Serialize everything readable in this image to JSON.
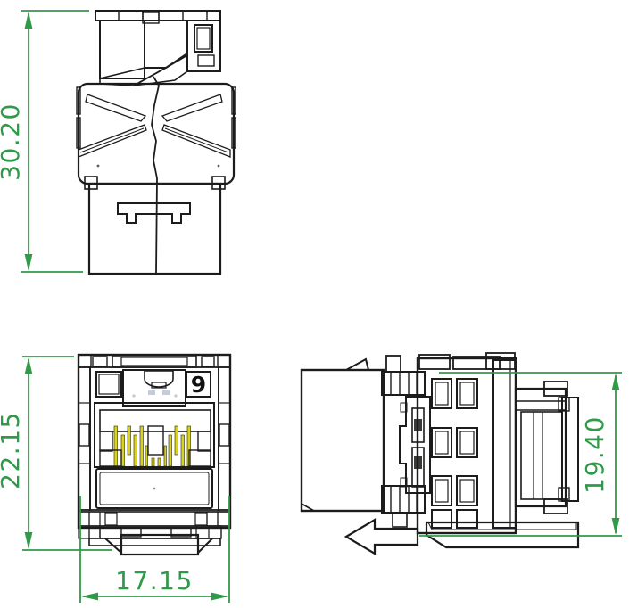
{
  "drawing": {
    "kind": "three-view engineering drawing of an RJ45 keystone jack connector"
  },
  "dimensions": {
    "rear_height": "30.20",
    "front_height": "22.15",
    "front_width": "17.15",
    "side_depth": "19.40"
  },
  "labels": {
    "port_marking": "9"
  },
  "icons": {
    "shutter_arrow": "left-arrow"
  },
  "colors": {
    "dimension_green": "#2f9b48",
    "outline_black": "#1c1c1c",
    "body_gray": "#c9c9c7",
    "cap_dark_gray": "#8e8e8c",
    "port_navy": "#1d2948",
    "contact_yellow": "#d9d41a",
    "load_bar_cream": "#e9e4c4",
    "latch_tab_slate": "#8b94b4",
    "shutter_lavender": "#ccd3ec",
    "background": "#ffffff"
  }
}
